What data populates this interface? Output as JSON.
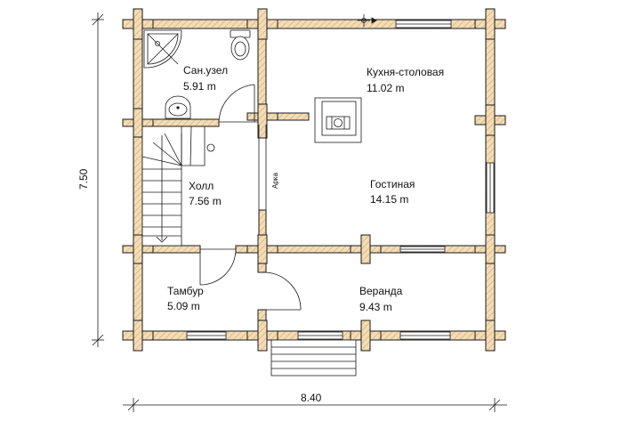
{
  "rooms": [
    {
      "name": "Сан.узел",
      "area": "5.91 m"
    },
    {
      "name": "Кухня-столовая",
      "area": "11.02 m"
    },
    {
      "name": "Холл",
      "area": "7.56 m"
    },
    {
      "name": "Гостиная",
      "area": "14.15 m"
    },
    {
      "name": "Тамбур",
      "area": "5.09 m"
    },
    {
      "name": "Веранда",
      "area": "9.43 m"
    }
  ],
  "arch_label": "Арка",
  "dimensions": {
    "width": "8.40",
    "height": "7.50"
  },
  "colors": {
    "log": "#f4dcb4",
    "line": "#1a1a1a",
    "background": "#ffffff"
  }
}
